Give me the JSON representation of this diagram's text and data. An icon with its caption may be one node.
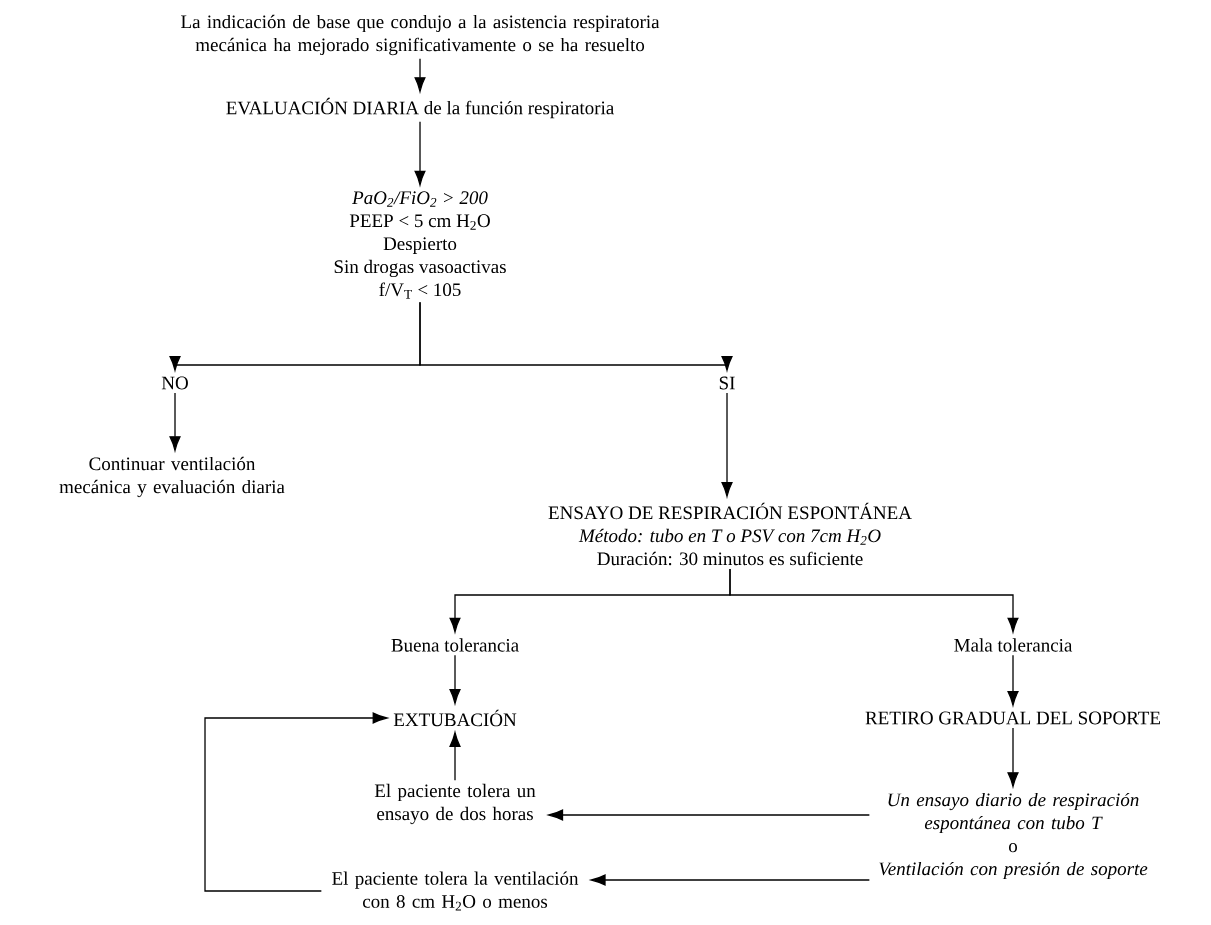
{
  "diagram": {
    "nodes": [
      {
        "text": [
          "La indicación de base que condujo a la asistencia respiratoria mecánica ha mejorado significativamente o se ha resuelto"
        ]
      },
      {
        "text": [
          "EVALUACIÓN DIARIA de la función respiratoria"
        ]
      },
      {
        "text": [
          "PaO$_{2}$/FiO$_{2}$ > 200",
          "PEEP < 5 cm H$_{2}$O",
          "Despierto",
          "Sin drogas vasoactivas",
          "f/V$_{T}$ < 105"
        ]
      },
      {
        "text": [
          "NO"
        ]
      },
      {
        "text": [
          "SI"
        ]
      },
      {
        "text": [
          "Continuar ventilación mecánica y evaluación diaria"
        ]
      },
      {
        "text": [
          "ENSAYO DE RESPIRACIÓN ESPONTÁNEA",
          "Método: tubo en T o PSV con 7cm H$_{2}$O",
          "Duración: 30 minutos es suficiente"
        ]
      },
      {
        "text": [
          "Buena tolerancia"
        ]
      },
      {
        "text": [
          "Mala tolerancia"
        ]
      },
      {
        "text": [
          "EXTUBACIÓN"
        ]
      },
      {
        "text": [
          "RETIRO GRADUAL DEL SOPORTE"
        ]
      },
      {
        "text": [
          "El paciente tolera un ensayo de dos horas"
        ]
      },
      {
        "text": [
          "Un ensayo diario de respiración espontánea con tubo T",
          "o",
          "Ventilación con presión de soporte"
        ]
      },
      {
        "text": [
          "El paciente tolera la ventilación con 8 cm H$_{2}$O o menos"
        ]
      }
    ],
    "edges": [
      {
        "from": 0,
        "to": 1,
        "arrow": "to"
      },
      {
        "from": 1,
        "to": 2,
        "arrow": "to"
      },
      {
        "from": 2,
        "to": 3,
        "arrow": "to"
      },
      {
        "from": 2,
        "to": 4,
        "arrow": "to"
      },
      {
        "from": 3,
        "to": 5,
        "arrow": "to"
      },
      {
        "from": 4,
        "to": 6,
        "arrow": "to"
      },
      {
        "from": 6,
        "to": 7,
        "arrow": "to"
      },
      {
        "from": 6,
        "to": 8,
        "arrow": "to"
      },
      {
        "from": 7,
        "to": 9,
        "arrow": "to"
      },
      {
        "from": 8,
        "to": 10,
        "arrow": "to"
      },
      {
        "from": 10,
        "to": 12,
        "arrow": "to"
      },
      {
        "from": 11,
        "to": 9,
        "arrow": "to"
      },
      {
        "from": 12,
        "to": 11,
        "arrow": "to"
      },
      {
        "from": 12,
        "to": 13,
        "arrow": "to"
      },
      {
        "from": 13,
        "to": 9,
        "arrow": "to"
      }
    ]
  }
}
